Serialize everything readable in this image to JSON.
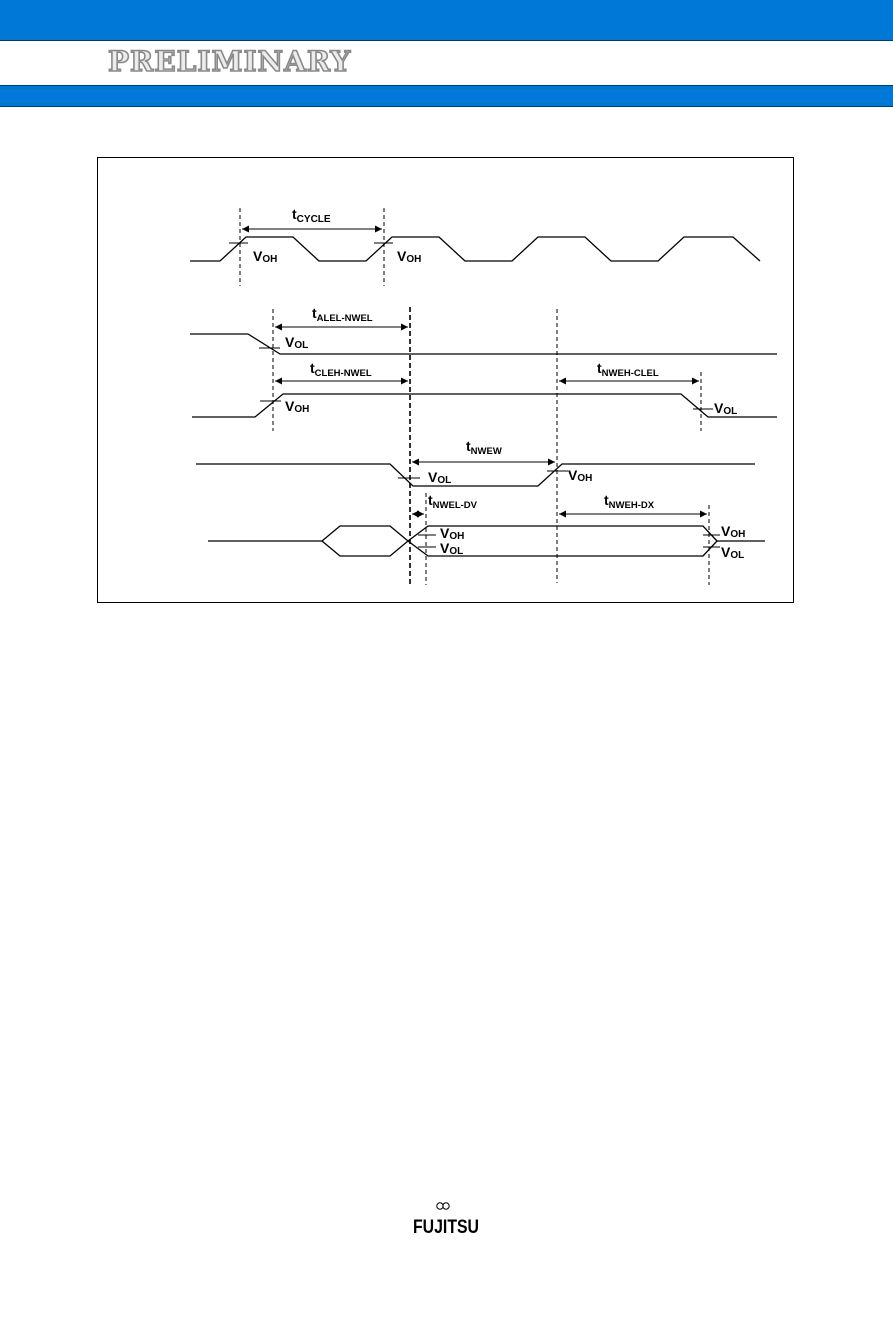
{
  "header": {
    "watermark": "PRELIMINARY"
  },
  "diagram": {
    "labels": {
      "t_cycle": {
        "t": "t",
        "sub": "CYCLE"
      },
      "t_alel_nwel": {
        "t": "t",
        "sub": "ALEL-NWEL"
      },
      "t_cleh_nwel": {
        "t": "t",
        "sub": "CLEH-NWEL"
      },
      "t_nweh_clel": {
        "t": "t",
        "sub": "NWEH-CLEL"
      },
      "t_nwew": {
        "t": "t",
        "sub": "NWEW"
      },
      "t_nwel_dv": {
        "t": "t",
        "sub": "NWEL-DV"
      },
      "t_nweh_dx": {
        "t": "t",
        "sub": "NWEH-DX"
      },
      "voh": {
        "v": "V",
        "sub": "OH"
      },
      "vol": {
        "v": "V",
        "sub": "OL"
      }
    }
  },
  "footer": {
    "logo_text": "FUJITSU"
  },
  "colors": {
    "band": "#0078d7",
    "band_edge": "#003a6e",
    "ink": "#000000"
  }
}
